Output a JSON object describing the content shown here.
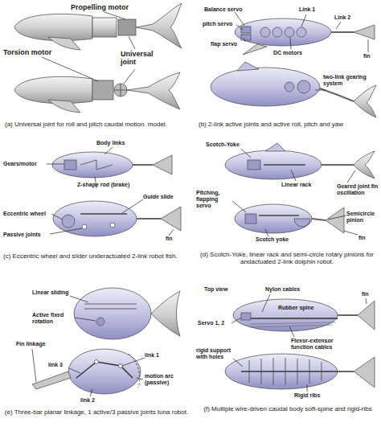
{
  "diagram": {
    "labels": [
      "Propelling motor",
      "Torsion motor",
      "Universal joint",
      "(a) Universal joint for roll and pitch caudal motion. model.",
      "Balance servo",
      "Link 1",
      "Link 2",
      "pitch servo",
      "flap servo",
      "DC motors",
      "fin",
      "two-link gearing system",
      "(b) 2-link active joints and active roll, pitch and yaw",
      "Body links",
      "Gears/motor",
      "Z-shape rod (brake)",
      "Guide slide",
      "Eccentric wheel",
      "Passive joints",
      "fin",
      "(c) Eccentric wheel and slider underactuated 2-link robot fish.",
      "Scotch-Yoke",
      "Linear rack",
      "Geared joint fin oscillation",
      "Pitching, flapping servo",
      "Semicircle pinion",
      "Scotch yoke",
      "fin",
      "(d) Scotch-Yoke, linear rack and semi-circle rotary pinions for andactuated 2-link dolphin robot.",
      "Linear sliding",
      "Active fixed rotation",
      "Fin linkage",
      "link 1",
      "link 3",
      "link 2",
      "motion arc (passive)",
      "(e) Three-bar planar linkage, 1 active/3 passive joints tuna robot.",
      "Top view",
      "Nylon cables",
      "fin",
      "Rubber spine",
      "Servo 1, 2",
      "Flexor-extensor function cables",
      "rigid support with holes",
      "Rigid ribs",
      "(f) Multiple wire-driven caudal body soft-spine and rigid-ribs"
    ]
  }
}
